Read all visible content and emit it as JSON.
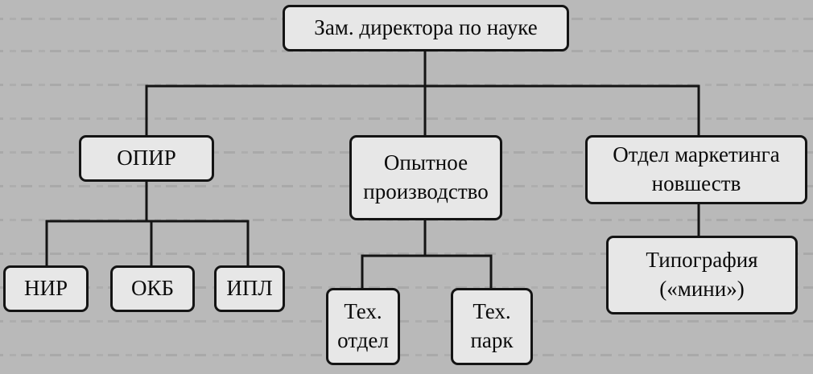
{
  "diagram": {
    "root": {
      "label": "Зам. директора по науке"
    },
    "opir": {
      "label": "ОПИР"
    },
    "production": {
      "label": "Опытное\nпроизводство"
    },
    "marketing": {
      "label": "Отдел маркетинга\nновшеств"
    },
    "nir": {
      "label": "НИР"
    },
    "okb": {
      "label": "ОКБ"
    },
    "ipl": {
      "label": "ИПЛ"
    },
    "tech_dept": {
      "label": "Тех.\nотдел"
    },
    "tech_park": {
      "label": "Тех.\nпарк"
    },
    "printing": {
      "label": "Типография\n(«мини»)"
    }
  },
  "colors": {
    "background": "#b9b9b9",
    "box_fill": "#e7e7e7",
    "line": "#141414"
  }
}
